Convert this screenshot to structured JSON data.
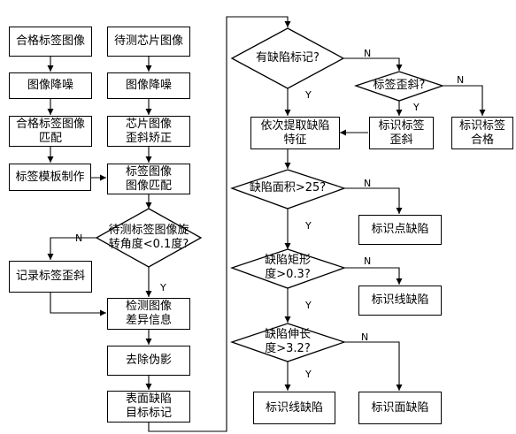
{
  "nodes": {
    "qualified_label_image": "合格标签图像",
    "chip_image": "待测芯片图像",
    "denoise_left": "图像降噪",
    "denoise_right": "图像降噪",
    "qualified_match": "合格标签图像\n匹配",
    "chip_tilt_correct": "芯片图像\n歪斜矫正",
    "label_template": "标签模板制作",
    "label_image_match": "标签图像\n图像匹配",
    "rotation_check": "待测标签图像旋\n转角度<0.1度?",
    "record_tilt": "记录标签歪斜",
    "detect_diff": "检测图像\n差异信息",
    "remove_false": "去除伪影",
    "surface_defect": "表面缺陷\n目标标记",
    "has_defect_mark": "有缺陷标记?",
    "label_tilt": "标签歪斜?",
    "extract_defect": "依次提取缺陷\n特征",
    "mark_tilt": "标识标签\n歪斜",
    "mark_qualified": "标识标签\n合格",
    "area_check": "缺陷面积>25?",
    "mark_point": "标识点缺陷",
    "rect_check": "缺陷矩形\n度>0.3?",
    "mark_line_1": "标识线缺陷",
    "elong_check": "缺陷伸长\n度>3.2?",
    "mark_line_2": "标识线缺陷",
    "mark_face": "标识面缺陷"
  },
  "labels": {
    "rotation_no": "N",
    "rotation_yes": "Y",
    "has_defect_no": "N",
    "has_defect_yes": "Y",
    "tilt_no": "N",
    "tilt_yes": "Y",
    "area_no": "N",
    "area_yes": "Y",
    "rect_no": "N",
    "rect_yes": "Y",
    "elong_no": "N",
    "elong_yes": "Y"
  }
}
